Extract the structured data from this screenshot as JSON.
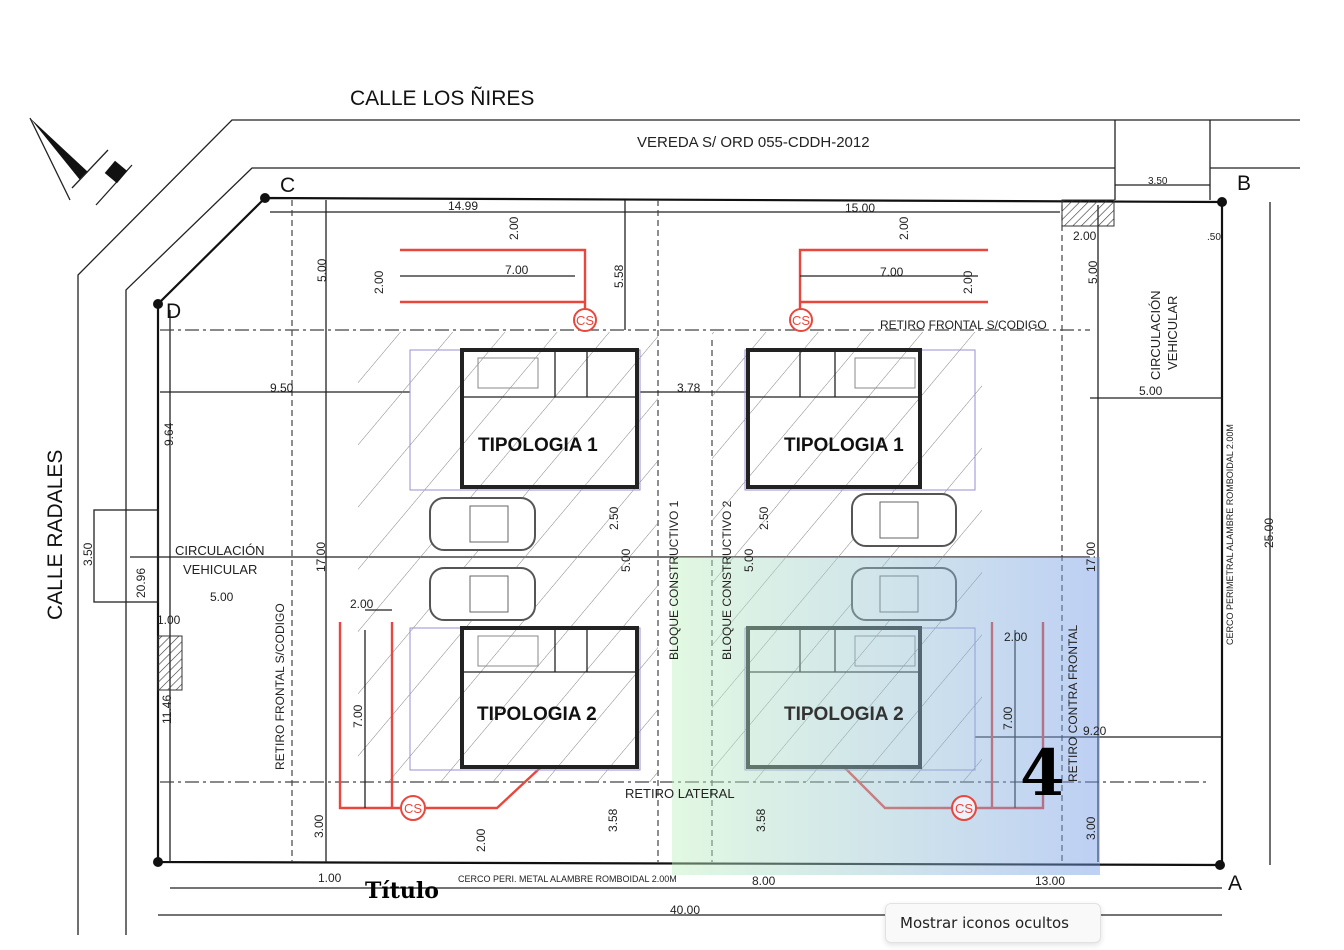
{
  "streets": {
    "top": "CALLE LOS ÑIRES",
    "left": "CALLE RADALES"
  },
  "sidewalk_note": "VEREDA S/ ORD 055-CDDH-2012",
  "corners": {
    "a": "A",
    "b": "B",
    "c": "C",
    "d": "D"
  },
  "units": {
    "t1_left": "TIPOLOGIA 1",
    "t1_right": "TIPOLOGIA 1",
    "t2_left": "TIPOLOGIA 2",
    "t2_right": "TIPOLOGIA 2"
  },
  "labels": {
    "retiro_frontal_top": "RETIRO FRONTAL S/CODIGO",
    "retiro_frontal_left": "RETIRO FRONTAL S/CODIGO",
    "circ_right": "CIRCULACIÓN",
    "veh_right": "VEHICULAR",
    "circ_left": "CIRCULACIÓN",
    "veh_left": "VEHICULAR",
    "bloque1": "BLOQUE CONSTRUCTIVO 1",
    "bloque2": "BLOQUE CONSTRUCTIVO 2",
    "retiro_lateral": "RETIRO LATERAL",
    "retiro_contra": "RETIRO CONTRA FRONTAL",
    "cerco_right": "CERCO PERIMETRAL ALAMBRE ROMBOIDAL 2.00M",
    "cerco_bottom": "CERCO PERI. METAL ALAMBRE ROMBOIDAL 2.00M",
    "cs": "CS"
  },
  "dims": {
    "d1499": "14.99",
    "d1500": "15.00",
    "d200a": "2.00",
    "d200b": "2.00",
    "d500a": "5.00",
    "d558": "5.58",
    "d200c": "2.00",
    "d700a": "7.00",
    "d700b": "7.00",
    "d200d": "2.00",
    "d200e": "2.00",
    "d500b": "5.00",
    "d350a": "3.50",
    "d050": ".50",
    "d500c": "5.00",
    "d950": "9.50",
    "d378": "3.78",
    "d964": "9.64",
    "d250a": "2.50",
    "d250b": "2.50",
    "d500d": "5.00",
    "d500e": "5.00",
    "d1700a": "17.00",
    "d1700b": "17.00",
    "d350b": "3.50",
    "d2096": "20.96",
    "d500f": "5.00",
    "d200f": "2.00",
    "d100": "1.00",
    "d1146": "11.46",
    "d700c": "7.00",
    "d200g": "2.00",
    "d700d": "7.00",
    "d920": "9.20",
    "d2500": "25.00",
    "d300a": "3.00",
    "d300b": "3.00",
    "d200h": "2.00",
    "d358a": "3.58",
    "d358b": "3.58",
    "d100b": "1.00",
    "d800": "8.00",
    "d1300": "13.00",
    "d4000": "40.00"
  },
  "overlay": {
    "title": "Título",
    "marker": "4",
    "gradient_from": "#bef0be",
    "gradient_to": "#6e96e6"
  },
  "tooltip": {
    "text": "Mostrar iconos ocultos"
  },
  "colors": {
    "red_lines": "#e8473d"
  }
}
